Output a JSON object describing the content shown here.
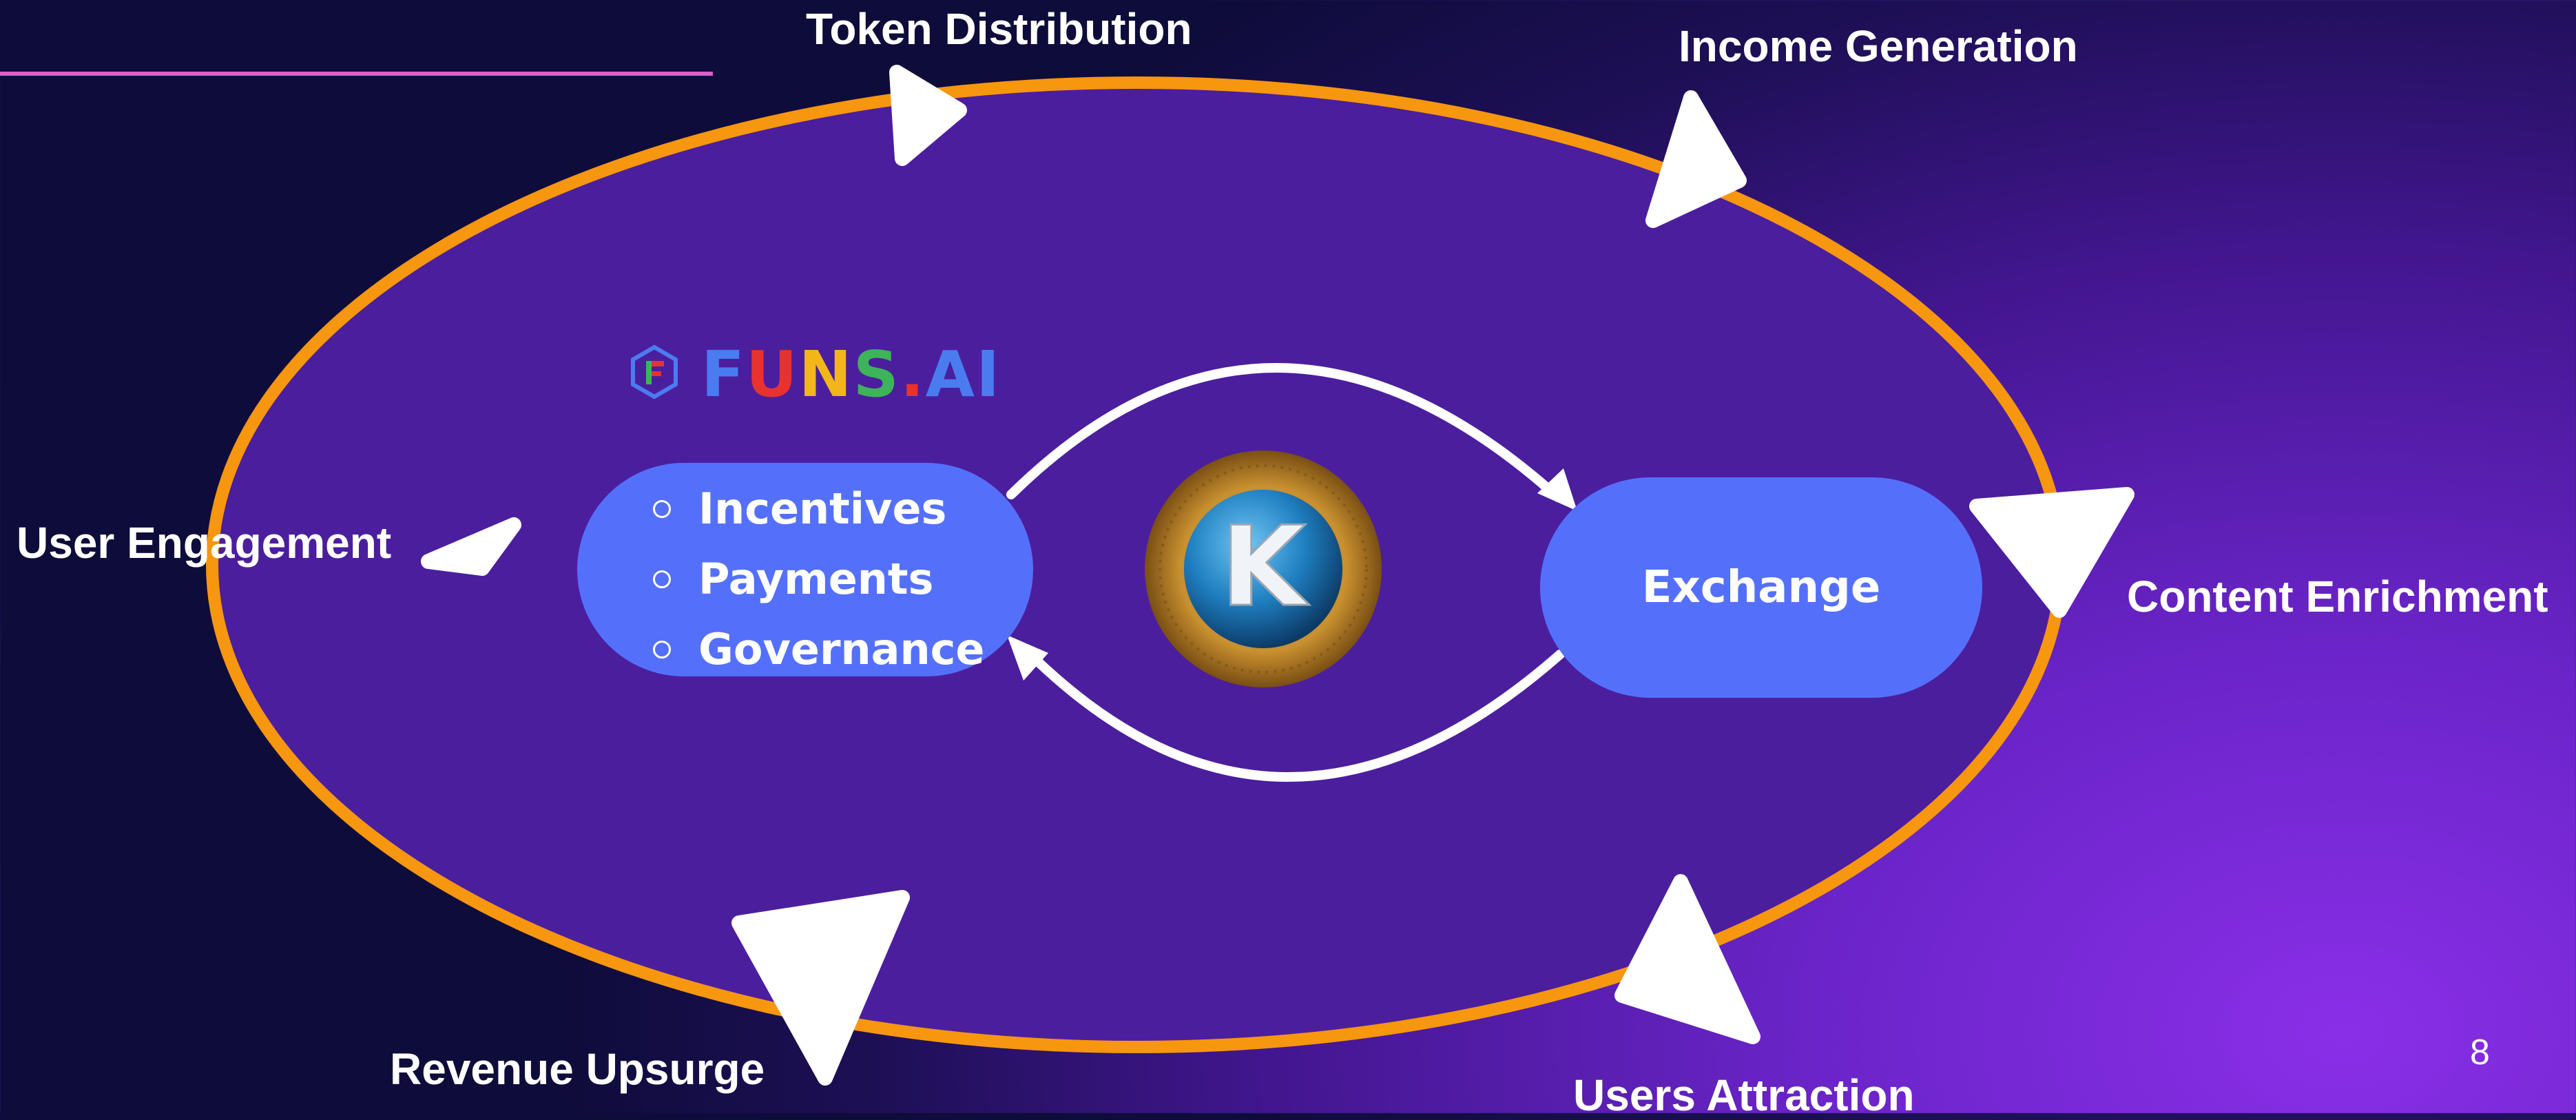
{
  "diagram": {
    "cycle_labels": {
      "token_distribution": "Token Distribution",
      "income_generation": "Income Generation",
      "user_engagement": "User Engagement",
      "content_enrichment": "Content Enrichment",
      "revenue_upsurge": "Revenue Upsurge",
      "users_attraction": "Users Attraction"
    },
    "left_pill": {
      "items": [
        "Incentives",
        "Payments",
        "Governance"
      ]
    },
    "right_pill": {
      "label": "Exchange"
    },
    "brand": {
      "name": "FUNS.AI",
      "letters": [
        {
          "char": "F",
          "color": "#4a7cf0"
        },
        {
          "char": "U",
          "color": "#e8322f"
        },
        {
          "char": "N",
          "color": "#f2b619"
        },
        {
          "char": "S",
          "color": "#3db35a"
        },
        {
          "char": ".",
          "color": "#e8322f"
        },
        {
          "char": "A",
          "color": "#4a7cf0"
        },
        {
          "char": "I",
          "color": "#4a7cf0"
        }
      ]
    },
    "coin": {
      "letter": "K"
    },
    "colors": {
      "ring": "#f7960f",
      "pill": "#5470fb",
      "ellipse_fill": "#4b1e9e",
      "arrows": "#ffffff",
      "accent_line": "#e25bc9"
    },
    "icons": [
      "funs-logo-icon",
      "k-coin-icon",
      "cycle-arrow-icon"
    ]
  },
  "page": {
    "number": "8"
  }
}
